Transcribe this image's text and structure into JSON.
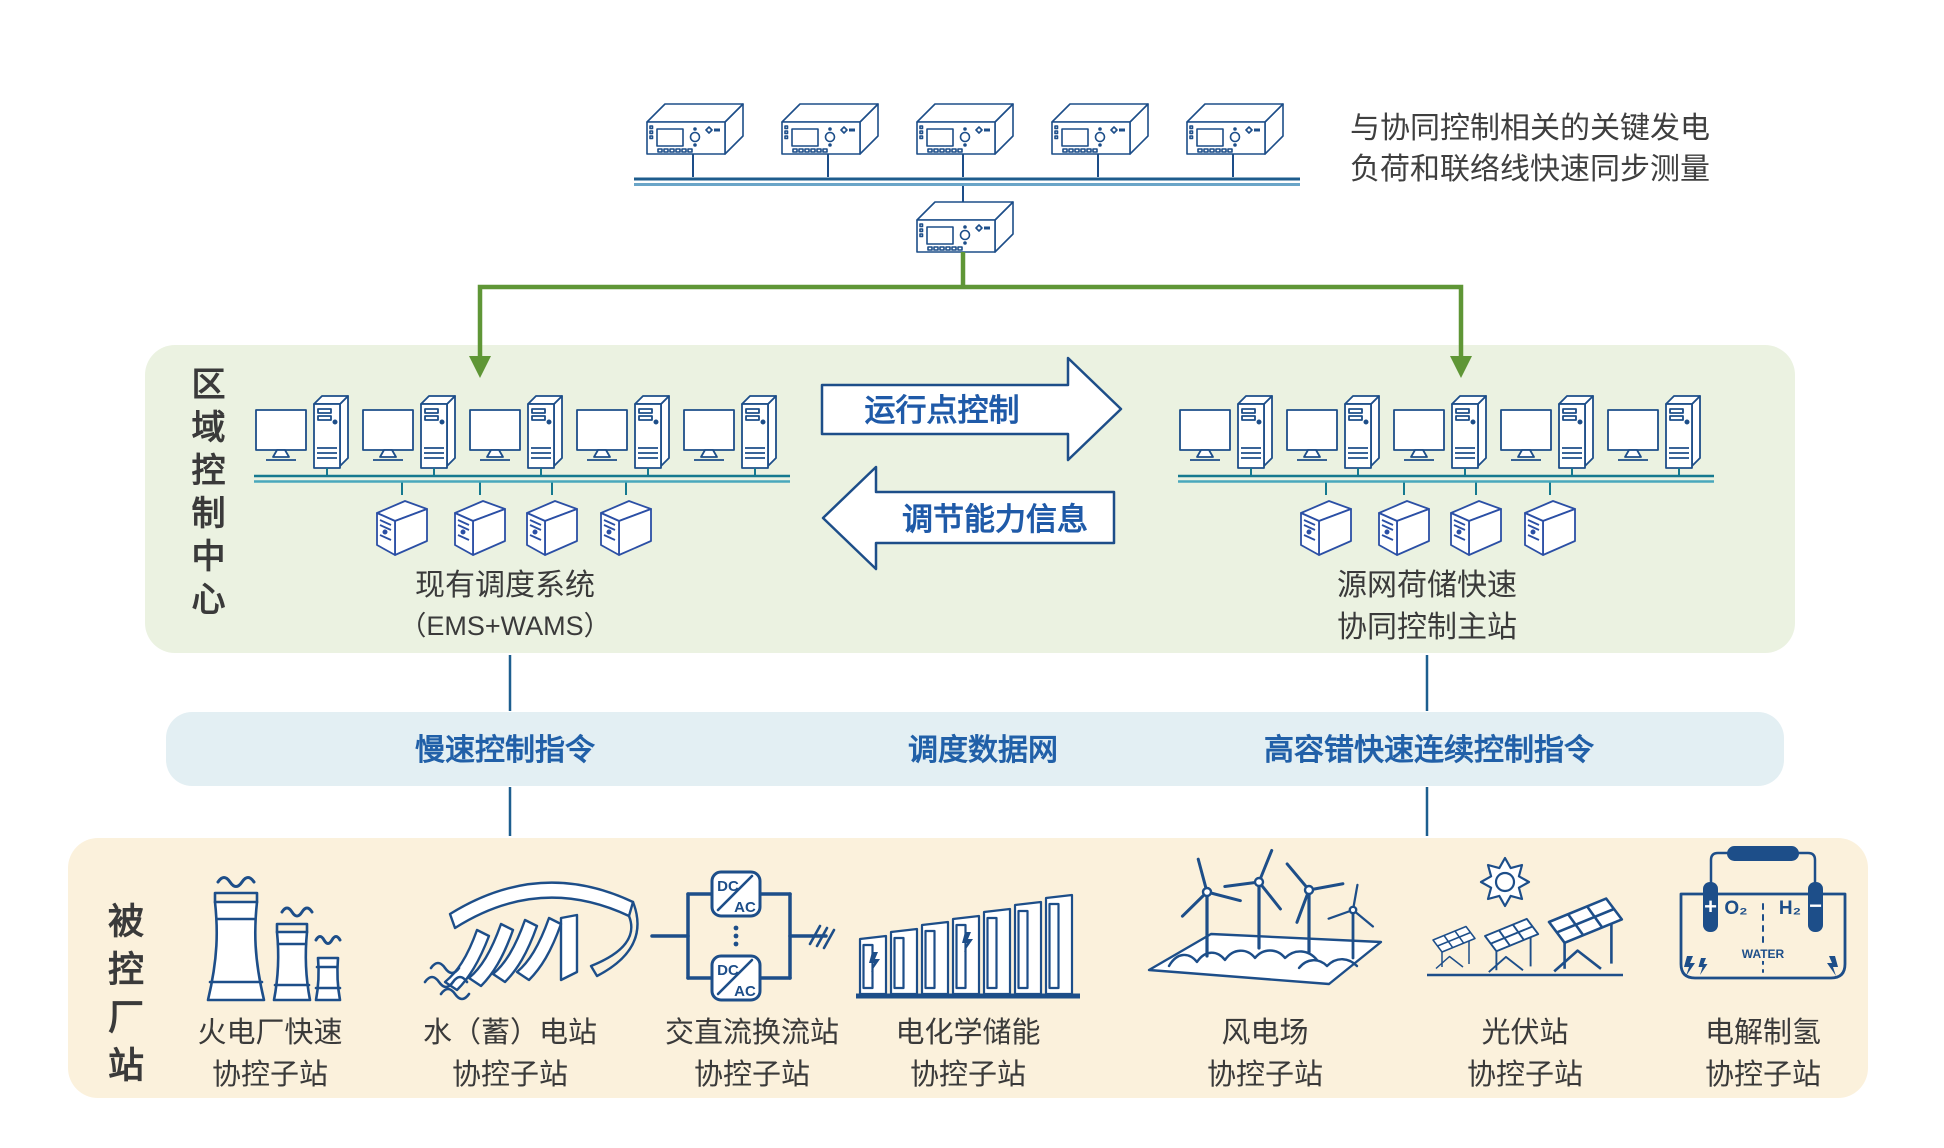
{
  "annotation": {
    "line1": "与协同控制相关的关键发电",
    "line2": "负荷和联络线快速同步测量"
  },
  "region_center": {
    "side_label": "区域控制中心",
    "left_system": {
      "title": "现有调度系统",
      "subtitle": "（EMS+WAMS）"
    },
    "right_system": {
      "title": "源网荷储快速",
      "subtitle": "协同控制主站"
    },
    "flow_right": "运行点控制",
    "flow_left": "调节能力信息"
  },
  "band": {
    "slow": "慢速控制指令",
    "network": "调度数据网",
    "fast": "高容错快速连续控制指令"
  },
  "stations": {
    "side_label": "被控厂站",
    "items": [
      {
        "icon": "thermal-plant-icon",
        "line1": "火电厂快速",
        "line2": "协控子站"
      },
      {
        "icon": "hydro-station-icon",
        "line1": "水（蓄）电站",
        "line2": "协控子站"
      },
      {
        "icon": "acdc-converter-icon",
        "line1": "交直流换流站",
        "line2": "协控子站"
      },
      {
        "icon": "battery-storage-icon",
        "line1": "电化学储能",
        "line2": "协控子站"
      },
      {
        "icon": "wind-farm-icon",
        "line1": "风电场",
        "line2": "协控子站"
      },
      {
        "icon": "pv-station-icon",
        "line1": "光伏站",
        "line2": "协控子站"
      },
      {
        "icon": "hydrogen-electrolysis-icon",
        "line1": "电解制氢",
        "line2": "协控子站"
      }
    ]
  },
  "icon_texts": {
    "dc": "DC",
    "ac": "AC",
    "o2": "O₂",
    "h2": "H₂",
    "plus": "+",
    "minus": "−",
    "water": "WATER"
  },
  "colors": {
    "outline_blue": "#1d4e89",
    "cube_blue": "#2b4fa5",
    "accent_blue": "#2160a8",
    "green": "#5f9636",
    "teal_bus": "#15798f",
    "connector": "#1d5e8f",
    "green_box_bg": "#ebf2e1",
    "band_bg": "#e3eff3",
    "yellow_box_bg": "#fbf1dc"
  }
}
